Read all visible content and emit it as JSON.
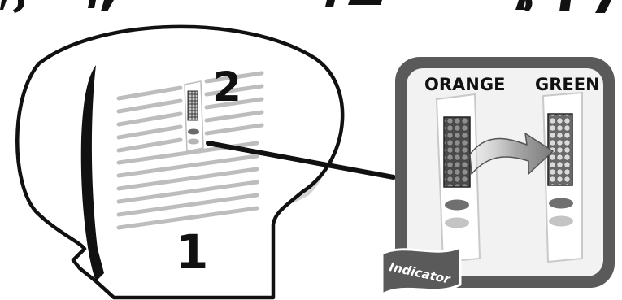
{
  "labels": {
    "front_number": "1",
    "top_number": "2",
    "state_before": "ORANGE",
    "state_after": "GREEN",
    "tag": "Indicator"
  },
  "colors": {
    "ink": "#111111",
    "frame": "#5a5a5a",
    "panel": "#eeeeee",
    "vent_lines": "#bdbdbd",
    "indicator_before": "#707070",
    "indicator_after": "#bdbdbd",
    "arrow": "#8a8a8a"
  }
}
